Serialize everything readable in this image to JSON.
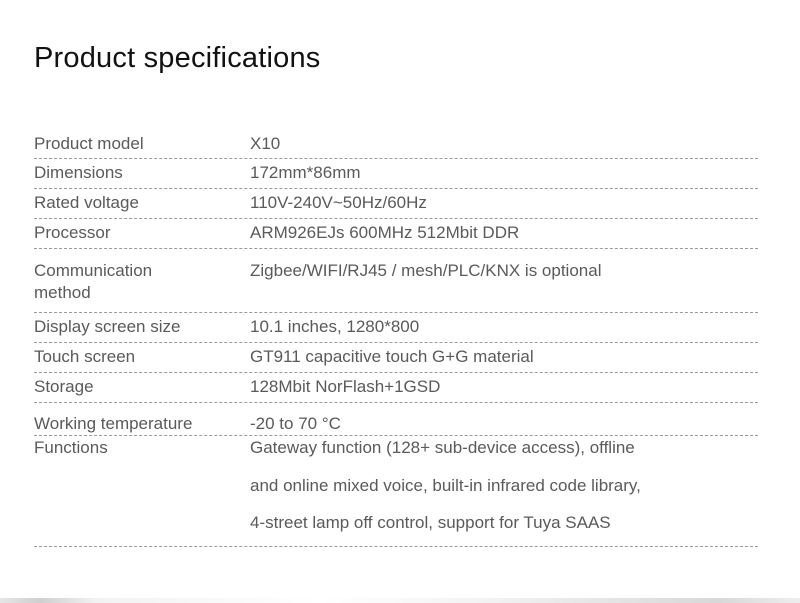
{
  "title": "Product specifications",
  "specs": [
    {
      "label": "Product model",
      "value": "X10"
    },
    {
      "label": "Dimensions",
      "value": "172mm*86mm"
    },
    {
      "label": "Rated voltage",
      "value": "110V-240V~50Hz/60Hz"
    },
    {
      "label": "Processor",
      "value": "ARM926EJs 600MHz 512Mbit DDR"
    },
    {
      "label": "Communication method",
      "value": "Zigbee/WIFI/RJ45 / mesh/PLC/KNX is optional"
    },
    {
      "label": "Display screen size",
      "value": "10.1 inches, 1280*800"
    },
    {
      "label": "Touch screen",
      "value": "GT911 capacitive touch G+G material"
    },
    {
      "label": "Storage",
      "value": "128Mbit NorFlash+1GSD"
    },
    {
      "label": "Working temperature",
      "value": "-20 to 70 °C"
    },
    {
      "label": "Functions",
      "value_lines": [
        "Gateway function (128+ sub-device access), offline",
        "and online mixed voice, built-in infrared code library,",
        "4-street lamp off control, support for Tuya SAAS"
      ]
    }
  ]
}
